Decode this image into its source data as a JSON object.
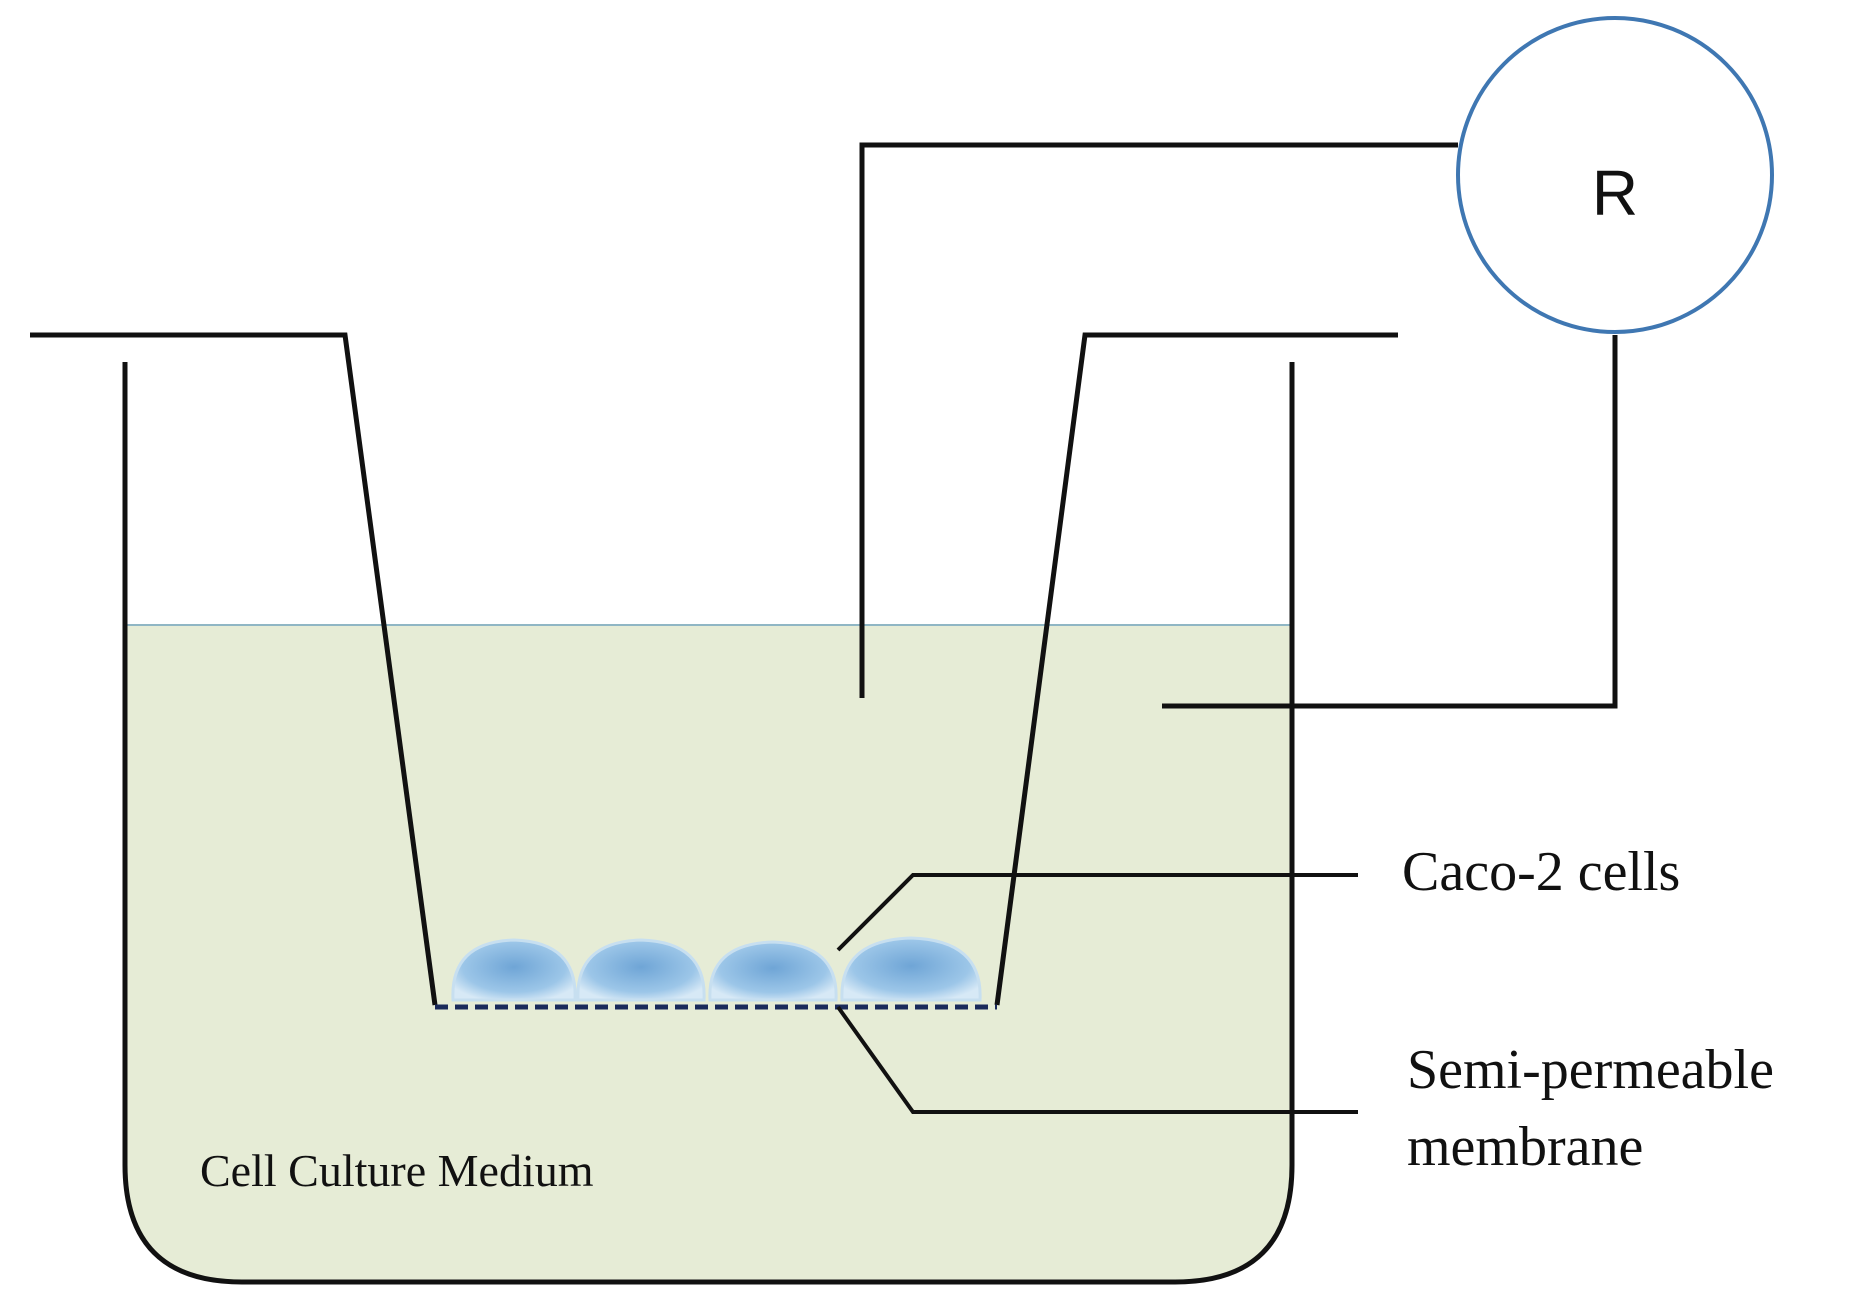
{
  "diagram": {
    "meter_label": "R",
    "cells_label": "Caco-2 cells",
    "membrane_label_line1": "Semi-permeable",
    "membrane_label_line2": "membrane",
    "medium_label": "Cell Culture Medium"
  },
  "colors": {
    "medium_fill": "#e6ecd6",
    "medium_surface": "#8fb6c4",
    "line": "#111111",
    "meter_ring": "#3f77b2",
    "cell_fill": "#a9cfe9",
    "membrane": "#1a2a5a"
  }
}
